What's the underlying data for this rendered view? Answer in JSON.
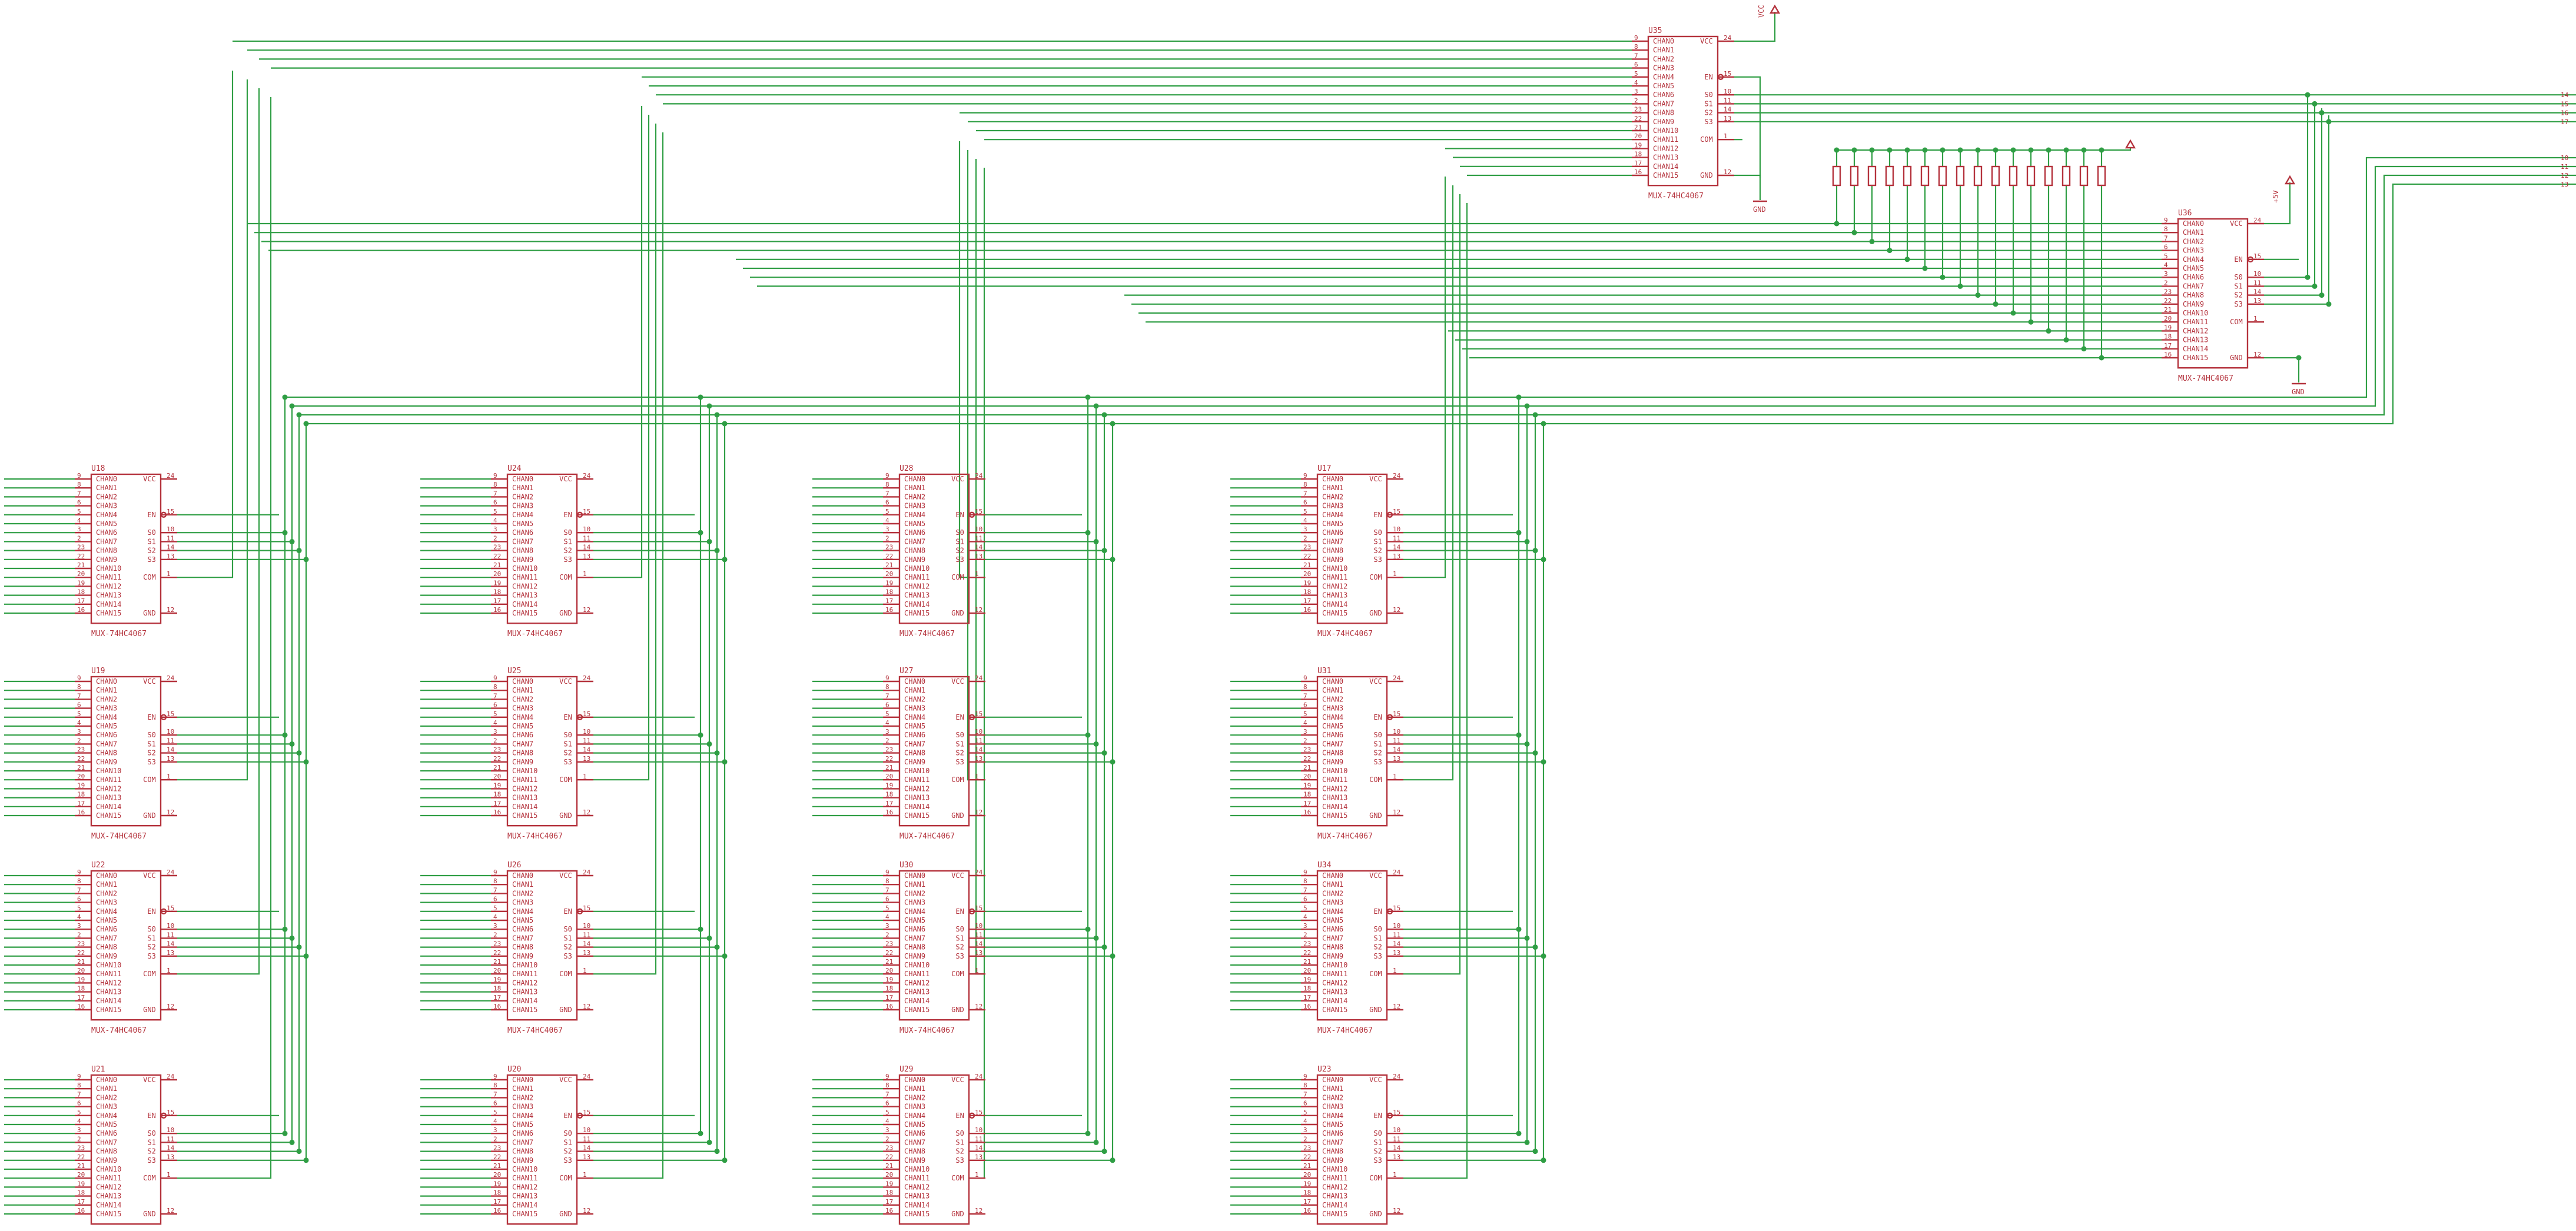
{
  "schematic": {
    "mux_part_value": "MUX-74HC4067",
    "left_pins": [
      {
        "label": "CHAN0",
        "num": "9"
      },
      {
        "label": "CHAN1",
        "num": "8"
      },
      {
        "label": "CHAN2",
        "num": "7"
      },
      {
        "label": "CHAN3",
        "num": "6"
      },
      {
        "label": "CHAN4",
        "num": "5"
      },
      {
        "label": "CHAN5",
        "num": "4"
      },
      {
        "label": "CHAN6",
        "num": "3"
      },
      {
        "label": "CHAN7",
        "num": "2"
      },
      {
        "label": "CHAN8",
        "num": "23"
      },
      {
        "label": "CHAN9",
        "num": "22"
      },
      {
        "label": "CHAN10",
        "num": "21"
      },
      {
        "label": "CHAN11",
        "num": "20"
      },
      {
        "label": "CHAN12",
        "num": "19"
      },
      {
        "label": "CHAN13",
        "num": "18"
      },
      {
        "label": "CHAN14",
        "num": "17"
      },
      {
        "label": "CHAN15",
        "num": "16"
      }
    ],
    "right_pins": [
      {
        "label": "VCC",
        "num": "24",
        "row": 0
      },
      {
        "label": "EN",
        "num": "15",
        "row": 4,
        "inverted": true
      },
      {
        "label": "S0",
        "num": "10",
        "row": 6
      },
      {
        "label": "S1",
        "num": "11",
        "row": 7
      },
      {
        "label": "S2",
        "num": "14",
        "row": 8
      },
      {
        "label": "S3",
        "num": "13",
        "row": 9
      },
      {
        "label": "COM",
        "num": "1",
        "row": 11
      },
      {
        "label": "GND",
        "num": "12",
        "row": 15
      }
    ],
    "master_mux_1": {
      "ref": "U35"
    },
    "master_mux_2": {
      "ref": "U36"
    },
    "grid_refs": [
      [
        "U18",
        "U24",
        "U28",
        "U17"
      ],
      [
        "U19",
        "U25",
        "U27",
        "U31"
      ],
      [
        "U22",
        "U26",
        "U30",
        "U34"
      ],
      [
        "U21",
        "U20",
        "U29",
        "U23"
      ]
    ],
    "supply": {
      "vcc_label": "VCC",
      "vcc_label_2": "+5V",
      "gnd_label": "GND"
    },
    "resistor_count": 16,
    "net_labels_top": [
      "14",
      "15",
      "16",
      "17"
    ],
    "net_labels_mid": [
      "10",
      "11",
      "12",
      "13"
    ]
  }
}
